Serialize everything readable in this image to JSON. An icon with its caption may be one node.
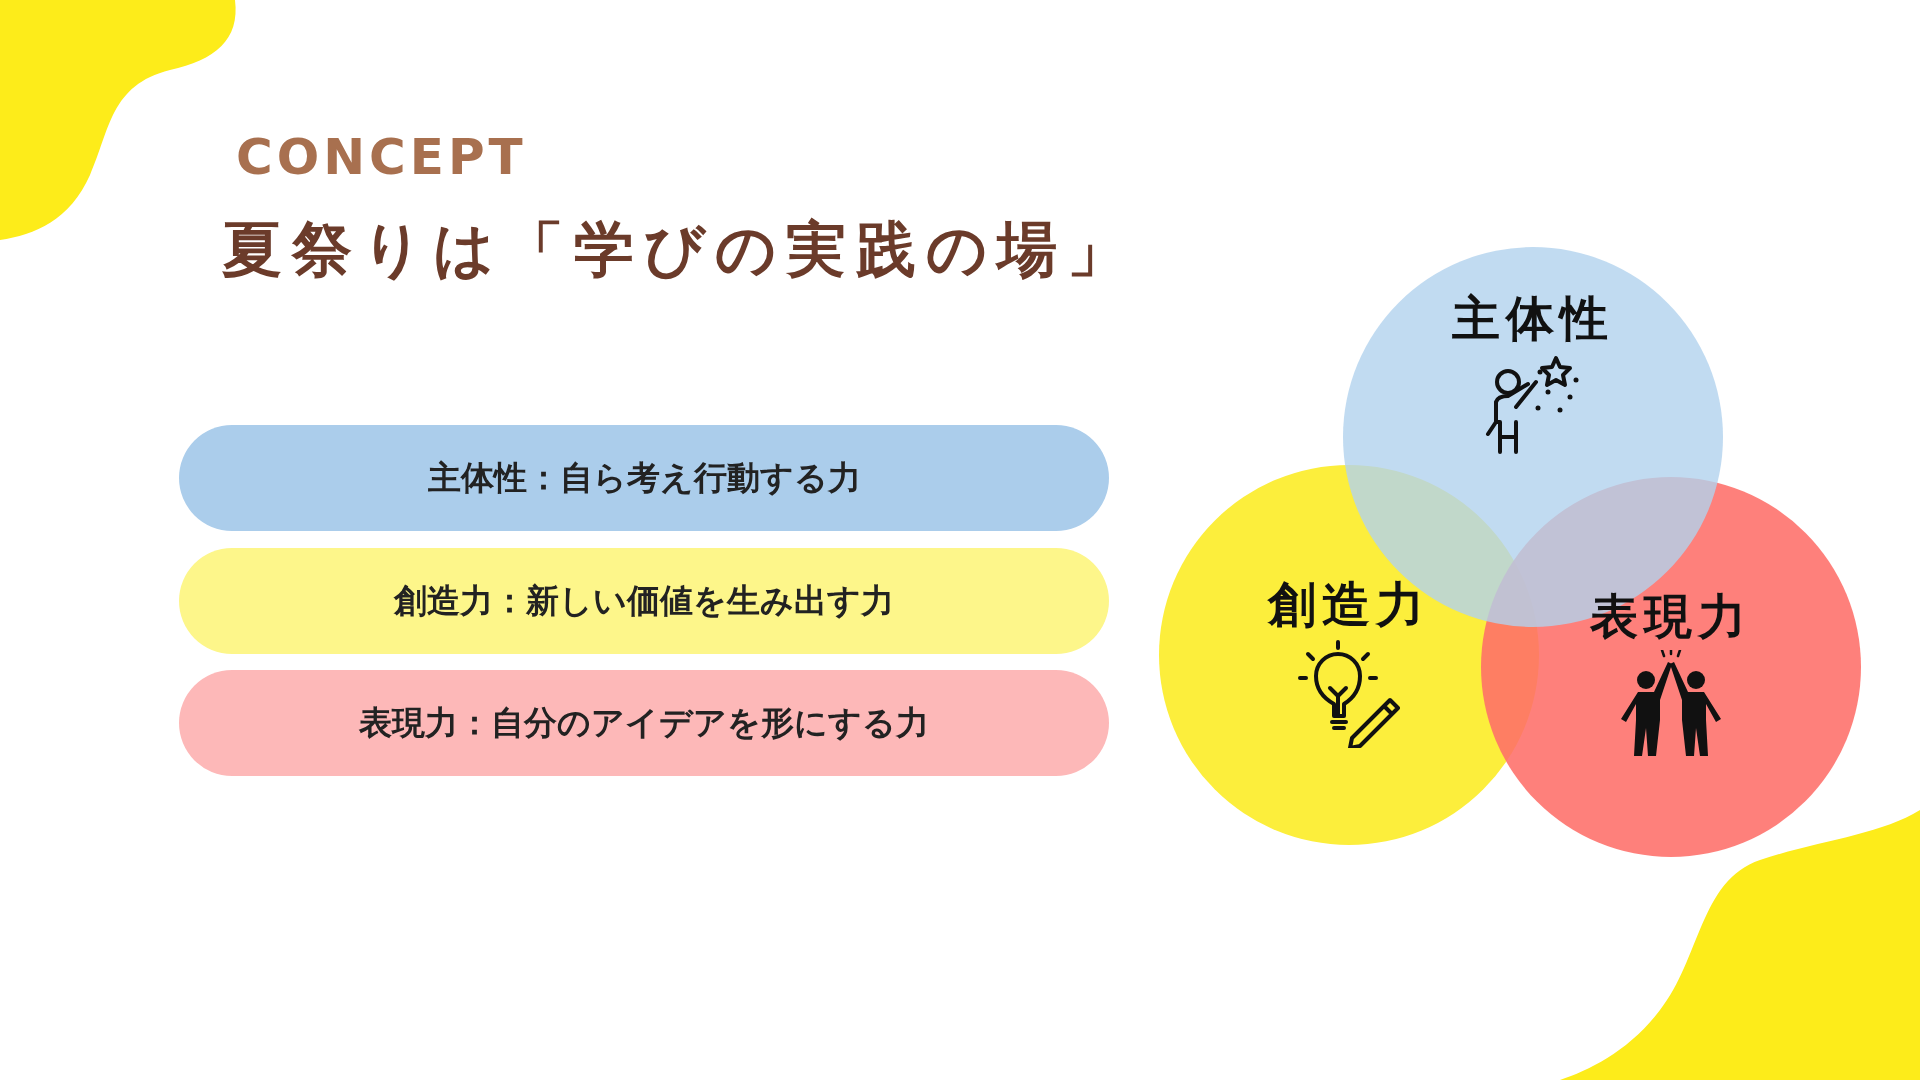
{
  "diagram": {
    "title": "夏祭りは「学びの実践の場」",
    "nodes": [
      {
        "text": [
          "主体性：自ら考え行動する力"
        ]
      },
      {
        "text": [
          "創造力：新しい価値を生み出す力"
        ]
      },
      {
        "text": [
          "表現力：自分のアイデアを形にする力"
        ]
      },
      {
        "text": [
          "主体性"
        ]
      },
      {
        "text": [
          "創造力"
        ]
      },
      {
        "text": [
          "表現力"
        ]
      }
    ],
    "labels": [
      "CONCEPT"
    ]
  }
}
